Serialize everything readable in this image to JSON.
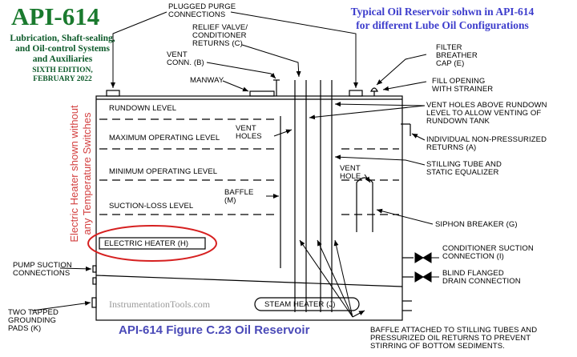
{
  "title": "API-614",
  "subtitle": "Lubrication, Shaft-sealing,\nand Oil-control Systems\nand Auxiliaries",
  "edition": "SIXTH EDITION,\nFEBRUARY 2022",
  "heading": "Typical Oil Reservoir sohwn in API-614\nfor different Lube Oil Configurations",
  "side_note": "Electric Heater shown without\nany Temperature Switches",
  "caption": "API-614 Figure C.23 Oil Reservoir",
  "watermark": "InstrumentationTools.com",
  "labels": {
    "plugged_purge": "PLUGGED PURGE\nCONNECTIONS",
    "relief_valve": "RELIEF VALVE/\nCONDITIONER\nRETURNS (c)",
    "vent_conn": "VENT\nCONN. (b)",
    "manway": "MANWAY",
    "filter_breather": "FILTER\nBREATHER\nCAP (e)",
    "fill_opening": "FILL OPENING\nWITH STRAINER",
    "vent_holes_above": "VENT HOLES ABOVE RUNDOWN\nLEVEL TO ALLOW VENTING OF\nRUNDOWN TANK",
    "non_pressurized": "INDIVIDUAL NON-PRESSURIZED\nRETURNS (a)",
    "stilling_tube": "STILLING TUBE AND\nSTATIC EQUALIZER",
    "vent_holes": "VENT\nHOLES",
    "vent_hole": "VENT\nHOLE",
    "rundown_level": "RUNDOWN LEVEL",
    "max_level": "MAXIMUM OPERATING LEVEL",
    "min_level": "MINIMUM OPERATING LEVEL",
    "suction_loss": "SUCTION-LOSS LEVEL",
    "baffle": "BAFFLE\n(m)",
    "siphon_breaker": "SIPHON BREAKER (g)",
    "electric_heater": "ELECTRIC HEATER (h)",
    "pump_suction": "PUMP SUCTION\nCONNECTIONS",
    "conditioner_suction": "CONDITIONER SUCTION\nCONNECTION (i)",
    "blind_flanged": "BLIND FLANGED\nDRAIN CONNECTION",
    "steam_heater": "STEAM HEATER (j)",
    "grounding_pads": "TWO TAPPED\nGROUNDING\nPADS (k)",
    "baffle_attached": "BAFFLE ATTACHED TO STILLING TUBES AND\nPRESSURIZED OIL RETURNS TO PREVENT\nSTIRRING OF BOTTOM SEDIMENTS."
  }
}
